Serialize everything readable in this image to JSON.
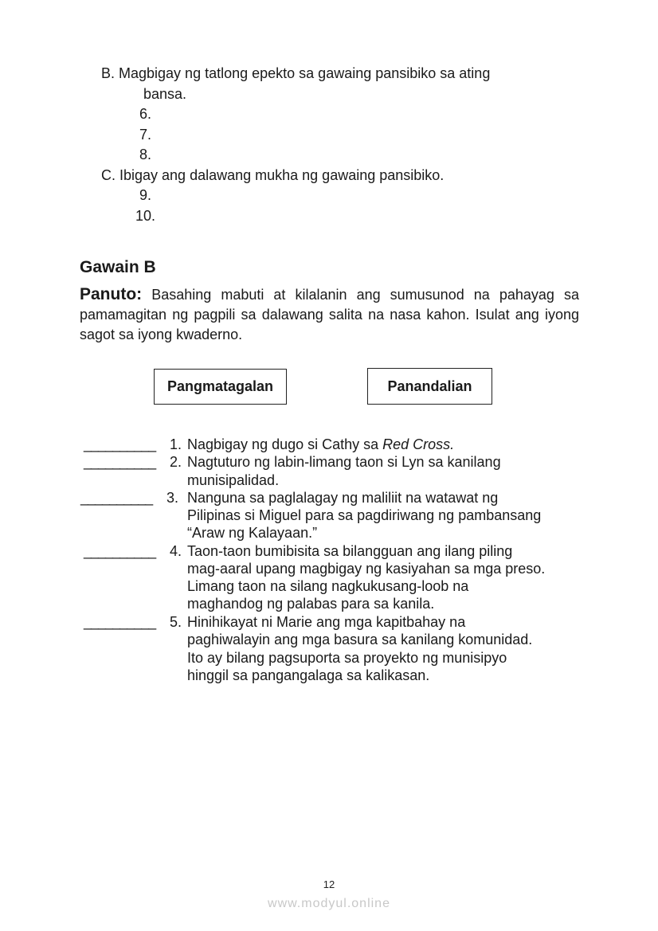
{
  "section_b": {
    "prompt_line1": "B. Magbigay ng tatlong epekto sa gawaing pansibiko sa ating",
    "prompt_line2": "bansa.",
    "item6": "6.",
    "item7": "7.",
    "item8": "8."
  },
  "section_c": {
    "prompt": "C. Ibigay ang dalawang mukha ng gawaing pansibiko.",
    "item9": "9.",
    "item10": "10."
  },
  "gawain_b": {
    "title": "Gawain B",
    "panuto_label": "Panuto:",
    "panuto_text": "Basahing mabuti at kilalanin ang sumusunod na pahayag sa pamamagitan ng pagpili sa dalawang salita na nasa kahon. Isulat ang iyong sagot sa iyong kwaderno.",
    "choices": [
      "Pangmatagalan",
      "Panandalian"
    ],
    "blank": "__________",
    "items": [
      {
        "number": "1.",
        "lines": [
          "Nagbigay ng dugo si Cathy sa "
        ],
        "italic_tail": "Red Cross."
      },
      {
        "number": "2.",
        "lines": [
          "Nagtuturo ng labin-limang taon  si Lyn sa kanilang",
          " munisipalidad."
        ]
      },
      {
        "number": "3.",
        "lines": [
          "Nanguna sa paglalagay ng maliliit na watawat ng",
          "Pilipinas si Miguel para sa pagdiriwang  ng pambansang",
          "“Araw ng Kalayaan.”"
        ]
      },
      {
        "number": "4.",
        "lines": [
          "Taon-taon bumibisita sa bilangguan ang ilang piling",
          "mag-aaral upang magbigay ng kasiyahan sa mga preso.",
          "Limang  taon na silang  nagkukusang-loob na",
          "maghandog ng palabas para sa kanila."
        ]
      },
      {
        "number": "5.",
        "lines": [
          "Hinihikayat ni Marie ang mga kapitbahay na",
          "paghiwalayin ang mga basura sa kanilang komunidad.",
          "Ito ay bilang pagsuporta sa proyekto ng munisipyo",
          "hinggil sa pangangalaga sa kalikasan."
        ]
      }
    ]
  },
  "footer": {
    "page_number": "12",
    "watermark": "www.modyul.online"
  }
}
